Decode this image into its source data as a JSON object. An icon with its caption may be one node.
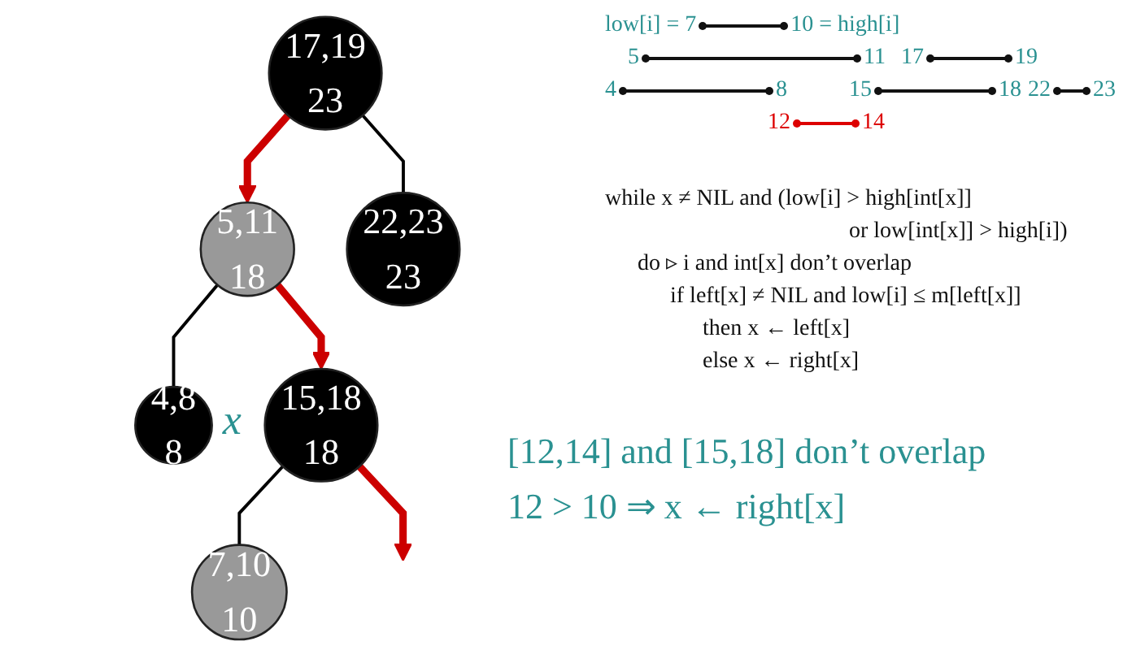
{
  "diagram": {
    "nodes": [
      {
        "text": [
          "17,19",
          "23"
        ]
      },
      {
        "text": [
          "5,11",
          "18"
        ]
      },
      {
        "text": [
          "22,23",
          "23"
        ]
      },
      {
        "text": [
          "4,8",
          "8"
        ]
      },
      {
        "text": [
          "15,18",
          "18"
        ],
        "beside": [
          "x"
        ]
      },
      {
        "text": [
          "7,10",
          "10"
        ]
      }
    ],
    "edges": [
      {
        "from": 0,
        "to": 1,
        "arrow": "to",
        "style": "thick",
        "color": "#cc0000"
      },
      {
        "from": 0,
        "to": 2,
        "arrow": "none",
        "color": "#000000"
      },
      {
        "from": 1,
        "to": 3,
        "arrow": "none",
        "color": "#000000"
      },
      {
        "from": 1,
        "to": 4,
        "arrow": "to",
        "style": "thick",
        "color": "#cc0000"
      },
      {
        "from": 4,
        "to": 5,
        "arrow": "none",
        "color": "#000000"
      },
      {
        "from": 4,
        "to": null,
        "arrow": "to",
        "style": "thick",
        "color": "#cc0000"
      }
    ],
    "labels": [
      "low[i] = 7",
      "10 = high[i]",
      "5",
      "11",
      "17",
      "19",
      "4",
      "8",
      "15",
      "18",
      "22",
      "23",
      "12",
      "14",
      "while x ≠ NIL and (low[i] > high[int[x]]",
      "or low[int[x]] > high[i])",
      "do ▹ i and int[x] don’t overlap",
      "if left[x] ≠ NIL and low[i] ≤ m[left[x]]",
      "then x ← left[x]",
      "else x ← right[x]",
      "[12,14] and [15,18] don’t overlap",
      "12 > 10 ⇒ x ← right[x]"
    ]
  }
}
